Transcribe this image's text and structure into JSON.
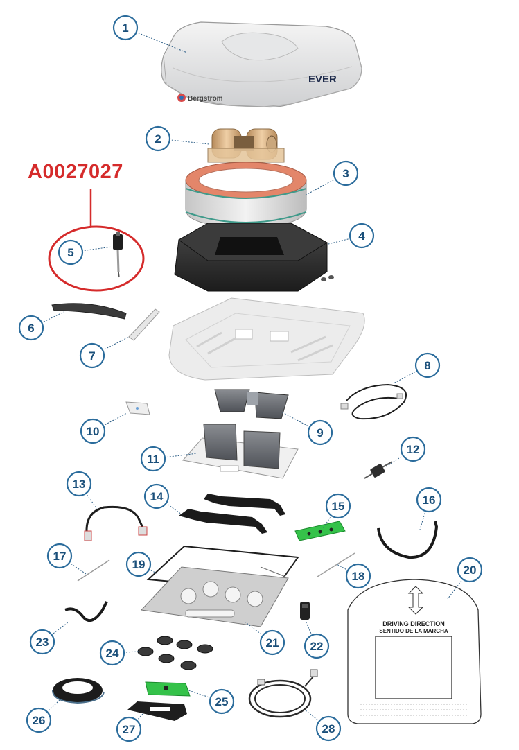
{
  "highlight": {
    "part_code": "A0027027",
    "color": "#d52b2b"
  },
  "colors": {
    "callout_border": "#2b6c9c",
    "callout_text": "#1a4f7a",
    "pcb_green": "#35c24a"
  },
  "unit_labels": {
    "brand": "Bergstrom",
    "model": "EVER"
  },
  "sticker": {
    "heading_1": "DRIVING DIRECTION",
    "heading_2": "SENTIDO DE LA MARCHA"
  },
  "callouts": [
    {
      "num": "1"
    },
    {
      "num": "2"
    },
    {
      "num": "3"
    },
    {
      "num": "4"
    },
    {
      "num": "5"
    },
    {
      "num": "6"
    },
    {
      "num": "7"
    },
    {
      "num": "8"
    },
    {
      "num": "9"
    },
    {
      "num": "10"
    },
    {
      "num": "11"
    },
    {
      "num": "12"
    },
    {
      "num": "13"
    },
    {
      "num": "14"
    },
    {
      "num": "15"
    },
    {
      "num": "16"
    },
    {
      "num": "17"
    },
    {
      "num": "18"
    },
    {
      "num": "19"
    },
    {
      "num": "20"
    },
    {
      "num": "21"
    },
    {
      "num": "22"
    },
    {
      "num": "23"
    },
    {
      "num": "24"
    },
    {
      "num": "25"
    },
    {
      "num": "26"
    },
    {
      "num": "27"
    },
    {
      "num": "28"
    }
  ]
}
